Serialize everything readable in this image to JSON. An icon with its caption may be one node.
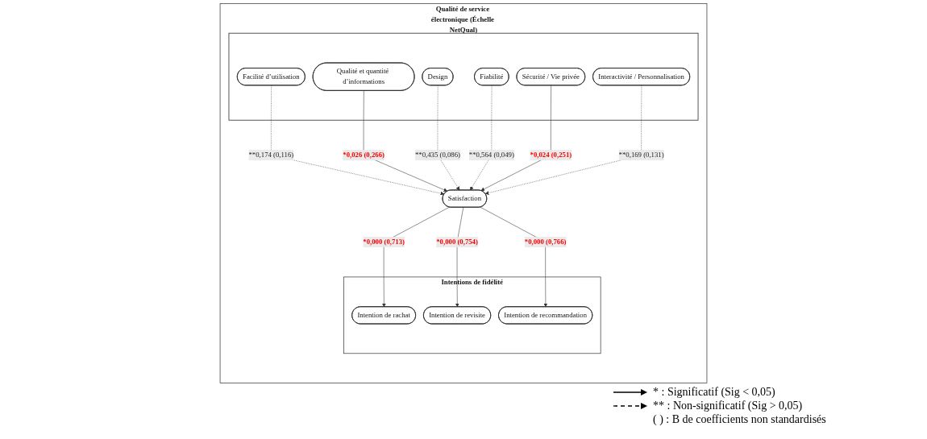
{
  "diagram": {
    "nodes": [
      {
        "text": [
          "Qualité de service électronique (Échelle NetQual)"
        ]
      },
      {
        "text": [],
        "shape": "box",
        "in": 0
      },
      {
        "text": [
          "Facilité d’utilisation"
        ],
        "in": 1
      },
      {
        "text": [
          "Qualité et quantité d’informations"
        ],
        "in": 1
      },
      {
        "text": [
          "Design"
        ],
        "in": 1
      },
      {
        "text": [
          "Fiabilité"
        ],
        "in": 1
      },
      {
        "text": [
          "Sécurité / Vie privée"
        ],
        "in": 1
      },
      {
        "text": [
          "Interactivité / Personnalisation"
        ],
        "in": 1
      },
      {
        "text": [
          "Satisfaction"
        ],
        "in": 0
      },
      {
        "text": [
          "Intentions de fidélité"
        ],
        "in": 0
      },
      {
        "text": [
          "Intention de rachat"
        ],
        "in": 9
      },
      {
        "text": [
          "Intention de revisite"
        ],
        "in": 9
      },
      {
        "text": [
          "Intention de recommandation"
        ],
        "in": 9
      }
    ],
    "edges": [
      {
        "from": 2,
        "to": 8,
        "arrow": "to",
        "style": "dashed",
        "label": "**0,174 (0,116)"
      },
      {
        "from": 3,
        "to": 8,
        "arrow": "to",
        "label": "*0,026 (0,266)"
      },
      {
        "from": 4,
        "to": 8,
        "arrow": "to",
        "style": "dashed",
        "label": "**0,435 (0,086)"
      },
      {
        "from": 5,
        "to": 8,
        "arrow": "to",
        "style": "dashed",
        "label": "**0,564 (0,049)"
      },
      {
        "from": 6,
        "to": 8,
        "arrow": "to",
        "label": "*0,024 (0,251)"
      },
      {
        "from": 7,
        "to": 8,
        "arrow": "to",
        "style": "dashed",
        "label": "**0,169 (0,131)"
      },
      {
        "from": 8,
        "to": 10,
        "arrow": "to",
        "label": "*0,000 (0,713)"
      },
      {
        "from": 8,
        "to": 11,
        "arrow": "to",
        "label": "*0,000 (0,754)"
      },
      {
        "from": 8,
        "to": 12,
        "arrow": "to",
        "label": "*0,000 (0,766)"
      }
    ],
    "labels": [
      "( ) : B de coefficients non standardisés"
    ],
    "legend": [
      {
        "text": "* : Significatif (Sig < 0,05)"
      },
      {
        "text": "** : Non-significatif (Sig > 0,05)"
      }
    ]
  }
}
